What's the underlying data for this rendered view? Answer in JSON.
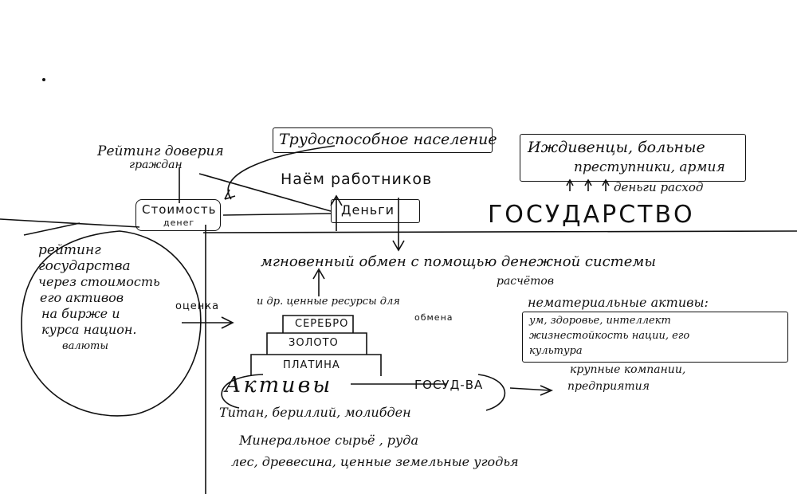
{
  "top": {
    "able_population": "Трудоспособное население",
    "dependents_line1": "Иждивенцы, больные",
    "dependents_line2": "преступники, армия",
    "trust_line1": "Рейтинг доверия",
    "trust_line2": "граждан",
    "hiring": "Наём работников",
    "money_cost_line1": "Стоимость",
    "money_cost_line2": "денег",
    "money": "Деньги",
    "expense": "деньги расход",
    "state": "ГОСУДАРСТВО"
  },
  "circle": {
    "lines": [
      "рейтинг",
      "государства",
      "через стоимость",
      "его активов",
      "на бирже и",
      "курса национ.",
      "валюты"
    ]
  },
  "middle": {
    "evaluation": "оценка",
    "exchange": "мгновенный обмен с помощью денежной системы",
    "settlements": "расчётов",
    "other_resources": "и др. ценные ресурсы для",
    "for_exchange": "обмена",
    "silver": "СЕРЕБРО",
    "gold": "ЗОЛОТО",
    "platinum": "ПЛАТИНА",
    "assets": "Активы",
    "state_short": "ГОСУД-ВА"
  },
  "right": {
    "intangible_title": "нематериальные активы:",
    "intangible_lines": [
      "ум, здоровье, интеллект",
      "жизнестойкость нации, его",
      "культура"
    ],
    "companies_line1": "крупные компании,",
    "companies_line2": "предприятия"
  },
  "bottom": {
    "metals": "Титан, бериллий, молибден",
    "minerals": "Минеральное сырьё , руда",
    "land": "лес, древесина, ценные земельные угодья"
  }
}
